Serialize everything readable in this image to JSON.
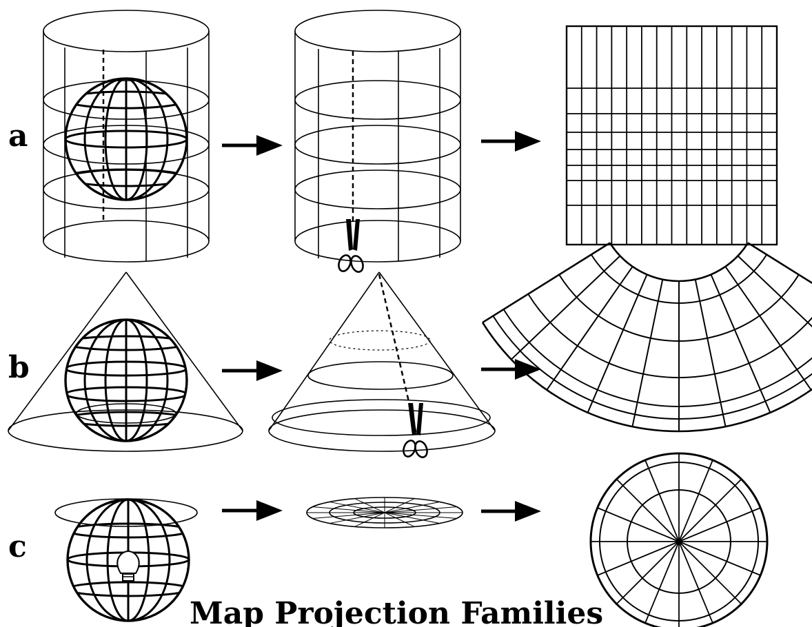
{
  "labels": {
    "row_a": "a",
    "row_b": "b",
    "row_c": "c"
  },
  "title": "Map Projection Families",
  "icons": [
    "cylinder-icon",
    "globe-icon",
    "scissors-icon",
    "rectangular-grid-icon",
    "cone-icon",
    "conic-fan-grid-icon",
    "plane-disc-icon",
    "lightbulb-icon",
    "polar-grid-icon",
    "arrow-right-icon"
  ],
  "colors": {
    "ink": "#000000",
    "paper": "#ffffff"
  }
}
